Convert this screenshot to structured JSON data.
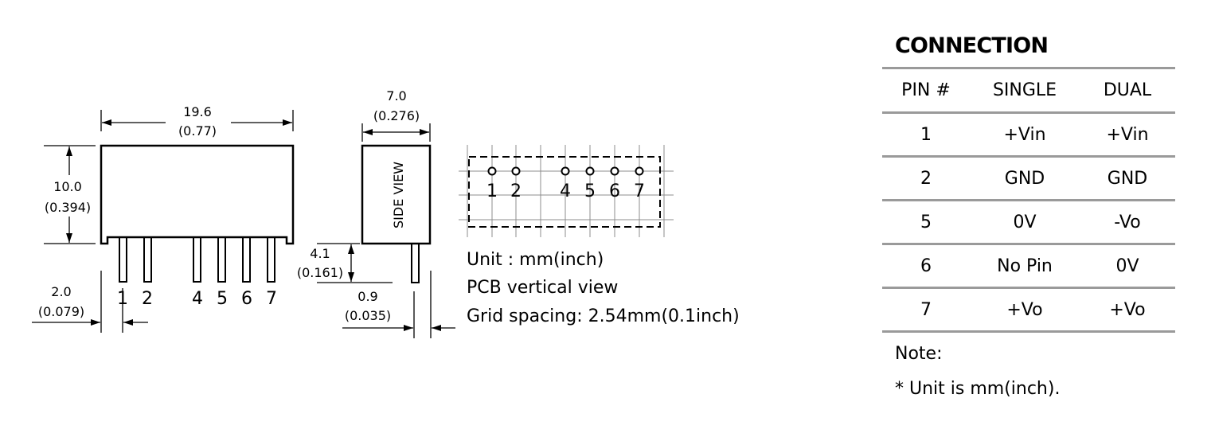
{
  "front_view": {
    "width_dim": "19.6",
    "width_dim_inch": "(0.77)",
    "height_dim": "10.0",
    "height_dim_inch": "(0.394)",
    "pin_offset_dim": "2.0",
    "pin_offset_dim_inch": "(0.079)",
    "pin_labels": [
      "1",
      "2",
      "4",
      "5",
      "6",
      "7"
    ]
  },
  "side_view": {
    "label": "SIDE VIEW",
    "width_dim": "7.0",
    "width_dim_inch": "(0.276)",
    "pin_length_dim": "4.1",
    "pin_length_dim_inch": "(0.161)",
    "pin_dia_dim": "0.9",
    "pin_dia_dim_inch": "(0.035)"
  },
  "pcb_view": {
    "pin_labels": [
      "1",
      "2",
      "4",
      "5",
      "6",
      "7"
    ],
    "notes": [
      "Unit : mm(inch)",
      "PCB vertical view",
      "Grid spacing: 2.54mm(0.1inch)"
    ]
  },
  "connection": {
    "title": "CONNECTION",
    "headers": [
      "PIN #",
      "SINGLE",
      "DUAL"
    ],
    "rows": [
      [
        "1",
        "+Vin",
        "+Vin"
      ],
      [
        "2",
        "GND",
        "GND"
      ],
      [
        "5",
        "0V",
        "-Vo"
      ],
      [
        "6",
        "No Pin",
        "0V"
      ],
      [
        "7",
        "+Vo",
        "+Vo"
      ]
    ],
    "note_label": "Note:",
    "note_text": "* Unit is mm(inch)."
  }
}
